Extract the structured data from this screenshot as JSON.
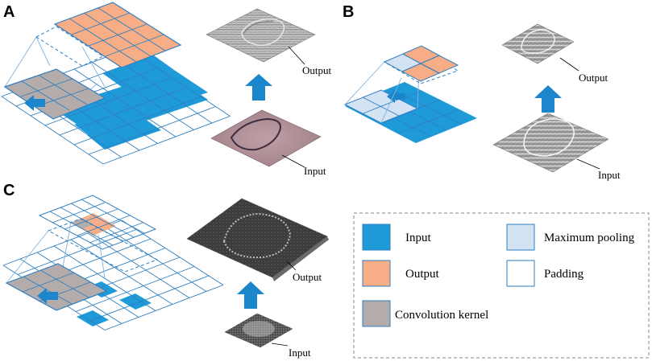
{
  "panels": {
    "a": {
      "letter": "A",
      "input_label": "Input",
      "output_label": "Output"
    },
    "b": {
      "letter": "B",
      "input_label": "Input",
      "output_label": "Output"
    },
    "c": {
      "letter": "C",
      "input_label": "Input",
      "output_label": "Output"
    }
  },
  "legend": {
    "items": [
      {
        "label": "Input",
        "color": "#1f9ad9"
      },
      {
        "label": "Maximum pooling",
        "color": "#d4e3f4"
      },
      {
        "label": "Output",
        "color": "#f7ad86"
      },
      {
        "label": "Padding",
        "color": "#ffffff"
      },
      {
        "label": "Convolution kernel",
        "color": "#b3acaa"
      }
    ]
  },
  "colors": {
    "grid_line": "#2f7fc1",
    "input": "#1f9ad9",
    "output": "#f7ad86",
    "kernel": "#b3acaa",
    "pooling": "#d4e3f4",
    "arrow": "#1b86cc"
  }
}
